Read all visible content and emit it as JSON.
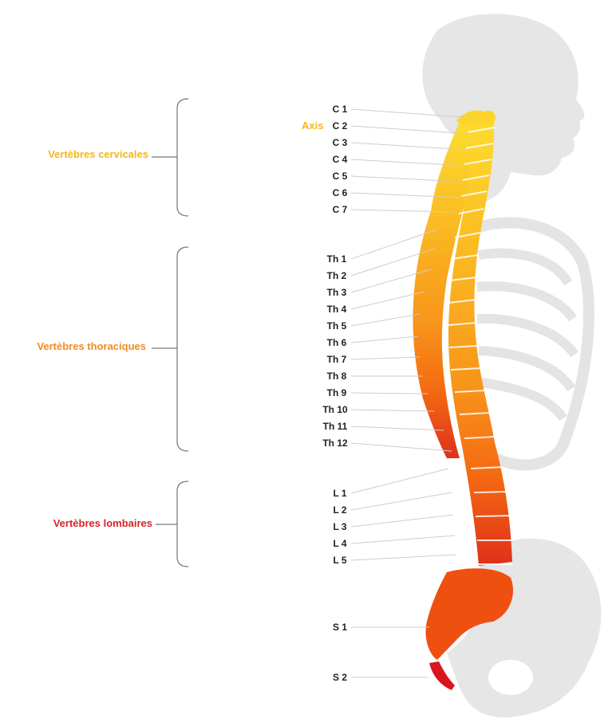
{
  "groups": {
    "cervical": {
      "label": "Vertèbres cervicales",
      "color": "#f1b81c"
    },
    "thoracic": {
      "label": "Vertèbres thoraciques",
      "color": "#f08c1e"
    },
    "lumbar": {
      "label": "Vertèbres lombaires",
      "color": "#d8232a"
    }
  },
  "axis_label": {
    "text": "Axis",
    "color": "#f1b81c"
  },
  "vertebrae": {
    "c1": "C 1",
    "c2": "C 2",
    "c3": "C 3",
    "c4": "C 4",
    "c5": "C 5",
    "c6": "C 6",
    "c7": "C 7",
    "th1": "Th 1",
    "th2": "Th 2",
    "th3": "Th 3",
    "th4": "Th 4",
    "th5": "Th 5",
    "th6": "Th 6",
    "th7": "Th 7",
    "th8": "Th 8",
    "th9": "Th 9",
    "th10": "Th 10",
    "th11": "Th 11",
    "th12": "Th 12",
    "l1": "L 1",
    "l2": "L 2",
    "l3": "L 3",
    "l4": "L 4",
    "l5": "L 5",
    "s1": "S 1",
    "s2": "S 2"
  },
  "colors": {
    "silhouette": "#e6e6e6",
    "cervical_fill": "#fbd52a",
    "thoracic_fill": "#fbb21f",
    "lumbar_fill": "#f7860f",
    "sacrum_fill": "#ef5010",
    "coccyx_fill": "#d9161e",
    "bracket": "#777777",
    "leader": "#cccccc"
  }
}
